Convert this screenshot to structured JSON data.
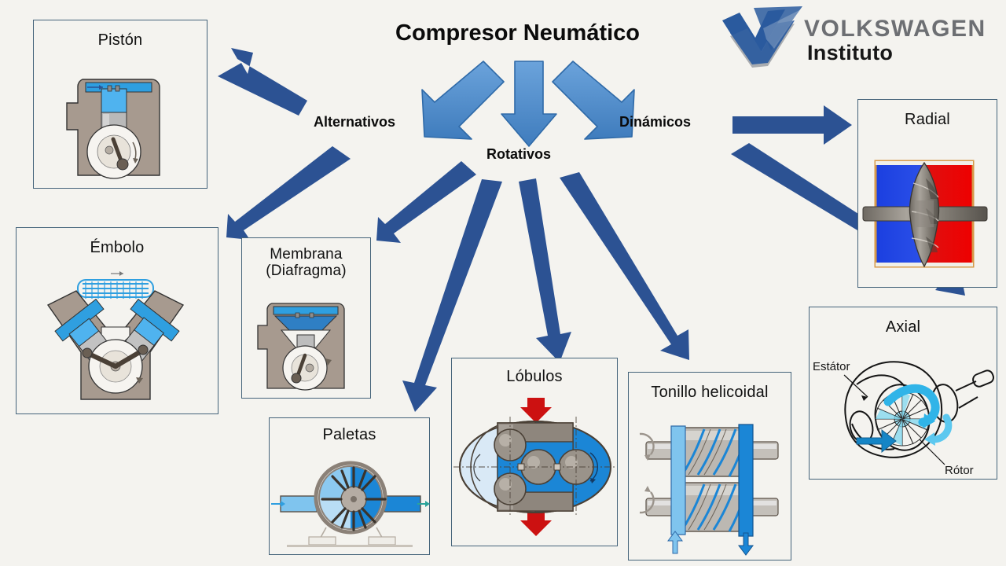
{
  "title": "Compresor Neumático",
  "logo": {
    "word": "VOLKSWAGEN",
    "sub": "Instituto",
    "mark": "vw-double-check-wave",
    "word_color": "#6d6f73",
    "mark_blue": "#2a5a9e",
    "mark_gray": "#a9acb0"
  },
  "colors": {
    "page_background": "#f4f3ef",
    "box_border": "#44637a",
    "arrow_light_blue": "#4a86c8",
    "arrow_light_blue_outline": "#2f6aa8",
    "arrow_dark_blue": "#2c5293",
    "text": "#0b0b0b",
    "red_accent": "#cc1111",
    "mech_blue": "#2f9fe0",
    "mech_gray": "#a79a8f"
  },
  "nodes": [
    {
      "id": "alternativos",
      "label": "Alternativos"
    },
    {
      "id": "rotativos",
      "label": "Rotativos"
    },
    {
      "id": "dinamicos",
      "label": "Dinámicos"
    }
  ],
  "boxes": [
    {
      "id": "piston",
      "label": "Pistón",
      "figure": "piston-compressor-diagram"
    },
    {
      "id": "embolo",
      "label": "Émbolo",
      "figure": "v-twin-piston-compressor-diagram"
    },
    {
      "id": "membrana",
      "label": "Membrana\n(Diafragma)",
      "figure": "diaphragm-compressor-diagram"
    },
    {
      "id": "paletas",
      "label": "Paletas",
      "figure": "rotary-vane-compressor-diagram"
    },
    {
      "id": "lobulos",
      "label": "Lóbulos",
      "figure": "roots-lobe-compressor-diagram"
    },
    {
      "id": "tornillo",
      "label": "Tonillo helicoidal",
      "figure": "twin-screw-compressor-diagram"
    },
    {
      "id": "radial",
      "label": "Radial",
      "figure": "radial-impeller-diagram"
    },
    {
      "id": "axial",
      "label": "Axial",
      "figure": "axial-turbine-diagram"
    }
  ],
  "axial_callouts": {
    "stator": "Estátor",
    "rotor": "Rótor"
  },
  "arrows": [
    {
      "id": "title-to-alternativos",
      "from": "Compresor Neumático",
      "to": "Alternativos",
      "style": "light-blue"
    },
    {
      "id": "title-to-rotativos",
      "from": "Compresor Neumático",
      "to": "Rotativos",
      "style": "light-blue"
    },
    {
      "id": "title-to-dinamicos",
      "from": "Compresor Neumático",
      "to": "Dinámicos",
      "style": "light-blue"
    },
    {
      "id": "alternativos-to-piston",
      "from": "Alternativos",
      "to": "Pistón",
      "style": "dark-blue"
    },
    {
      "id": "alternativos-to-embolo",
      "from": "Alternativos",
      "to": "Émbolo",
      "style": "dark-blue"
    },
    {
      "id": "rotativos-to-membrana",
      "from": "Rotativos",
      "to": "Membrana",
      "style": "dark-blue"
    },
    {
      "id": "rotativos-to-paletas",
      "from": "Rotativos",
      "to": "Paletas",
      "style": "dark-blue"
    },
    {
      "id": "rotativos-to-lobulos",
      "from": "Rotativos",
      "to": "Lóbulos",
      "style": "dark-blue"
    },
    {
      "id": "rotativos-to-tornillo",
      "from": "Rotativos",
      "to": "Tonillo helicoidal",
      "style": "dark-blue"
    },
    {
      "id": "dinamicos-to-radial",
      "from": "Dinámicos",
      "to": "Radial",
      "style": "dark-blue"
    },
    {
      "id": "dinamicos-to-axial",
      "from": "Dinámicos",
      "to": "Axial",
      "style": "dark-blue"
    }
  ]
}
